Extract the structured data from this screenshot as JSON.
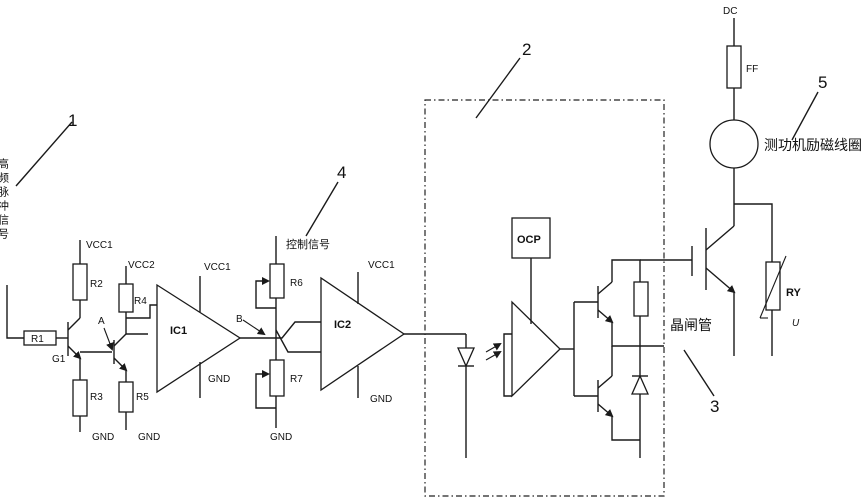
{
  "labels": {
    "n1": "1",
    "n2": "2",
    "n3": "3",
    "n4": "4",
    "n5": "5",
    "hf_pulse": "高频脉冲信号",
    "control_signal": "控制信号",
    "thyristor": "晶闸管",
    "dyno_coil": "测功机励磁线圈",
    "dc": "DC",
    "ff": "FF",
    "ocp": "OCP",
    "ic1": "IC1",
    "ic2": "IC2",
    "ry": "RY",
    "u": "U",
    "r1": "R1",
    "r2": "R2",
    "r3": "R3",
    "r4": "R4",
    "r5": "R5",
    "r6": "R6",
    "r7": "R7",
    "g1": "G1",
    "node_a": "A",
    "node_b": "B",
    "vcc1_a": "VCC1",
    "vcc2": "VCC2",
    "vcc1_b": "VCC1",
    "vcc1_c": "VCC1",
    "gnd_a": "GND",
    "gnd_b": "GND",
    "gnd_ic1": "GND",
    "gnd_r7": "GND",
    "gnd_ic2": "GND"
  }
}
